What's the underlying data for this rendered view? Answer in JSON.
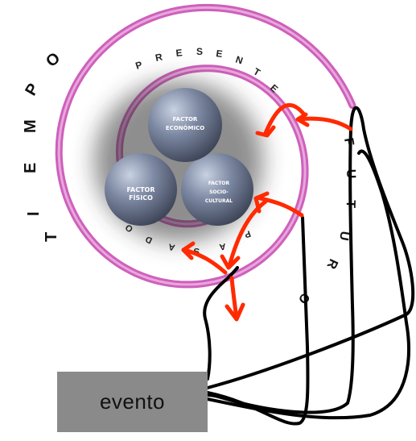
{
  "outer_word": "TIEMPO",
  "ring_words": {
    "presente": "PRESENTE",
    "futuro": "FUTURO",
    "pasado": "PASADO"
  },
  "spheres": {
    "economico": [
      "FACTOR",
      "ECONÓMICO"
    ],
    "fisico": [
      "FACTOR",
      "FÍSICO"
    ],
    "sociocultural": [
      "FACTOR",
      "SOCIO-",
      "CULTURAL"
    ]
  },
  "evento_label": "evento",
  "colors": {
    "spiral": "#c94fb4",
    "spiral_inner": "#e8a7dc",
    "arrow": "#ff2a00",
    "line": "#000000",
    "sphere": "#6d7a95",
    "evento_box": "#8a8a8a"
  }
}
